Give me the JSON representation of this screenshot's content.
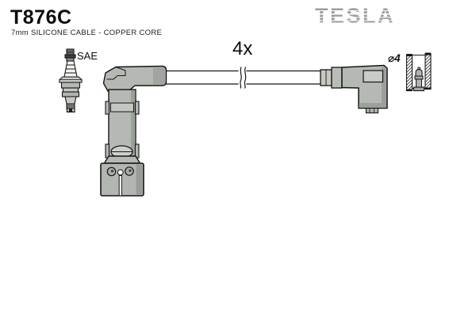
{
  "header": {
    "part_number": "T876C",
    "subtitle": "7mm SILICONE CABLE - COPPER CORE",
    "brand_logo": "TESLA"
  },
  "diagram": {
    "quantity_label": "4x",
    "spark_plug_terminal_label": "SAE",
    "terminal_diameter_label": "⌀4",
    "illustrations": [
      "spark-plug",
      "angled-plug-boot-with-cable",
      "cable-break-symbol",
      "angled-coil-connector",
      "terminal-socket-cross-section"
    ]
  },
  "colors": {
    "logo_gray": "#99a099",
    "part_fill": "#b5b9b3",
    "part_shade": "#9ba09a",
    "part_light": "#c9ccc6",
    "outline": "#1a1a1a",
    "background": "#ffffff"
  }
}
